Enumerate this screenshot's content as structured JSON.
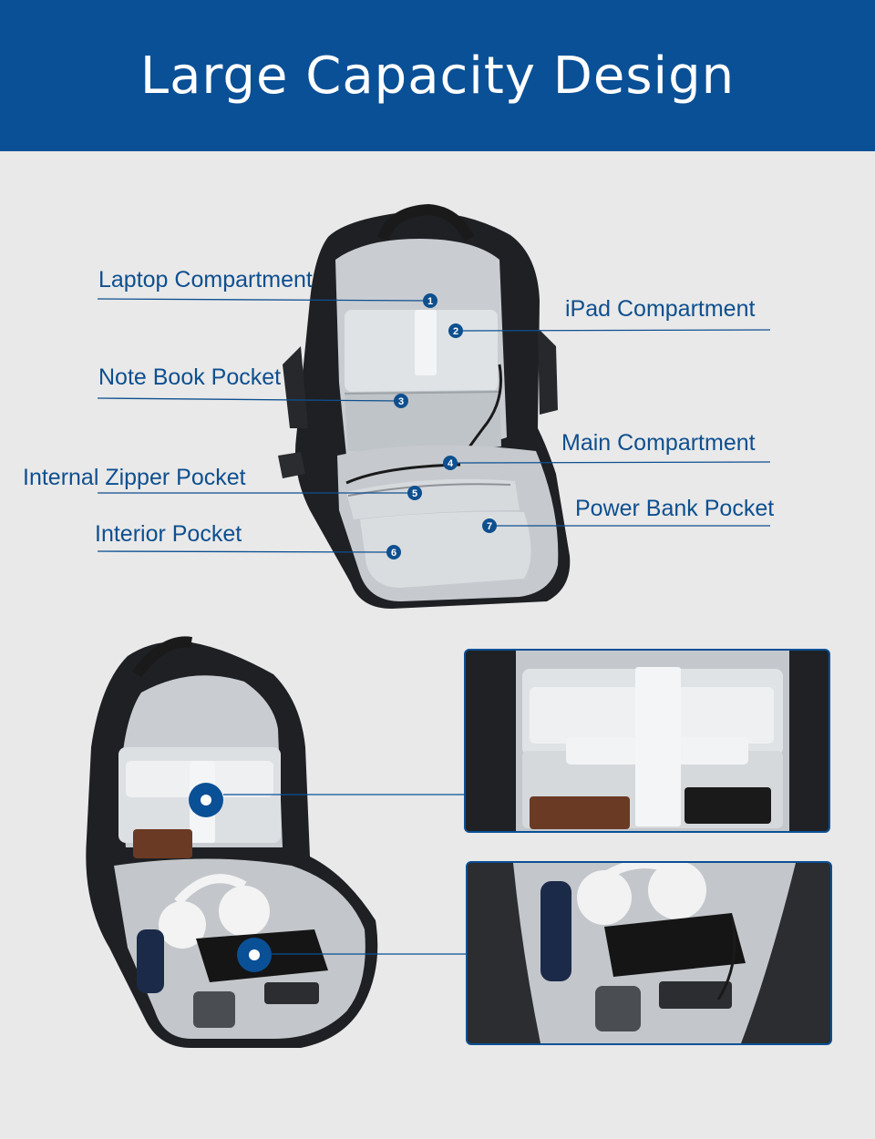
{
  "header": {
    "title": "Large Capacity Design"
  },
  "callouts": [
    {
      "number": "1",
      "label": "Laptop Compartment"
    },
    {
      "number": "2",
      "label": "iPad Compartment"
    },
    {
      "number": "3",
      "label": "Note Book Pocket"
    },
    {
      "number": "4",
      "label": "Main Compartment"
    },
    {
      "number": "5",
      "label": "Internal Zipper Pocket"
    },
    {
      "number": "6",
      "label": "Interior Pocket"
    },
    {
      "number": "7",
      "label": "Power Bank Pocket"
    }
  ],
  "colors": {
    "brand_blue": "#0a5096",
    "label_blue": "#0e4f8f",
    "background": "#e9e9e9"
  },
  "detail_images": [
    {
      "name": "laptop-section-detail-photo"
    },
    {
      "name": "main-compartment-detail-photo"
    }
  ]
}
